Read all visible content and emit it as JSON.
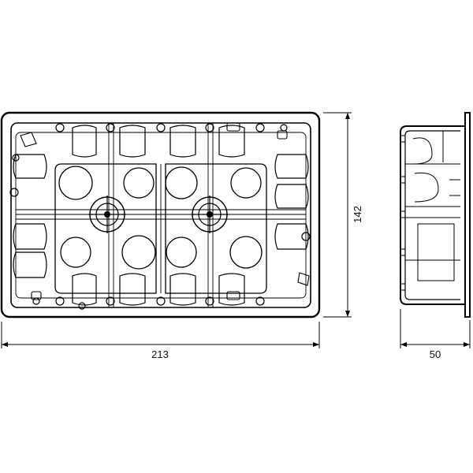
{
  "drawing": {
    "front_view": {
      "width_dimension": "213",
      "height_dimension": "142"
    },
    "side_view": {
      "depth_dimension": "50"
    }
  },
  "colors": {
    "line": "#000000",
    "background": "#ffffff"
  }
}
